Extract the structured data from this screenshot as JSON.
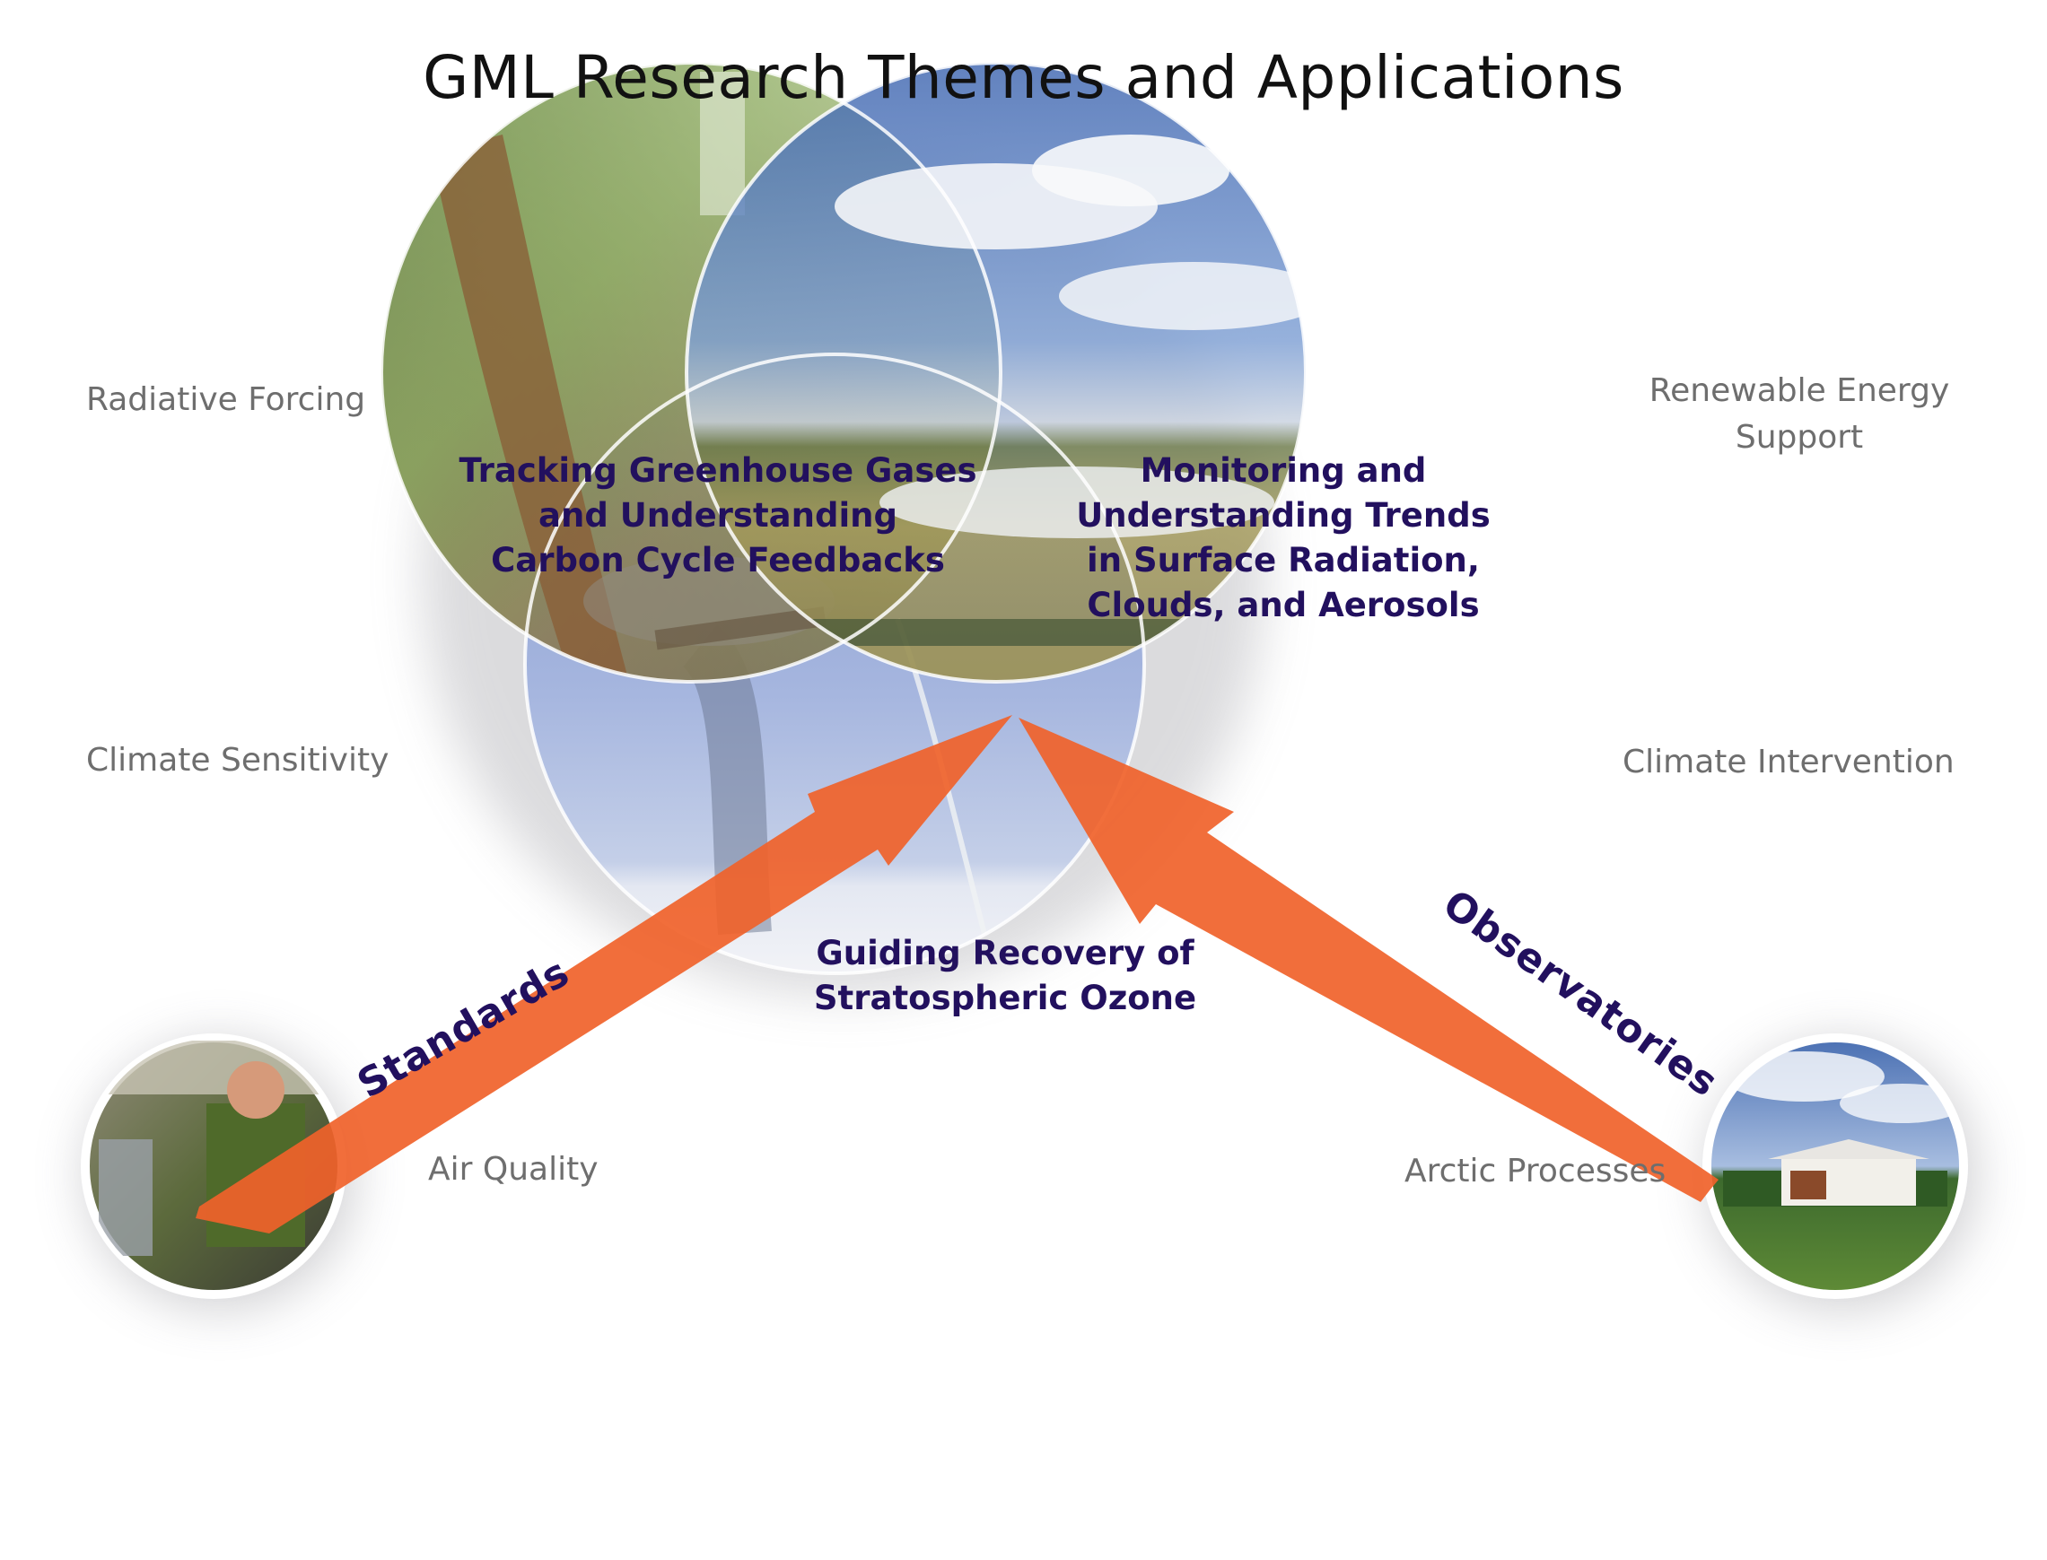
{
  "title": "GML Research Themes and Applications",
  "themes": {
    "greenhouse": "Tracking Greenhouse Gases\nand Understanding\nCarbon Cycle Feedbacks",
    "radiation": "Monitoring and\nUnderstanding Trends\nin Surface Radiation,\nClouds, and Aerosols",
    "ozone": "Guiding Recovery of\nStratospheric Ozone"
  },
  "applications": {
    "radiative_forcing": "Radiative Forcing",
    "renewable_energy": "Renewable Energy\nSupport",
    "climate_sensitivity": "Climate Sensitivity",
    "climate_intervention": "Climate Intervention",
    "air_quality": "Air Quality",
    "arctic_processes": "Arctic Processes"
  },
  "arrows": {
    "standards": "Standards",
    "observatories": "Observatories"
  },
  "photos": {
    "greenhouse_circle": "forest-canyon-photo",
    "radiation_circle": "sky-field-photo",
    "ozone_circle": "ice-balloon-photo",
    "standards_circle": "scientist-lab-photo",
    "observatories_circle": "observatory-building-photo"
  },
  "colors": {
    "arrow": "#f0622a",
    "theme_text": "#22105e",
    "application_text": "#6e6e6e",
    "title_text": "#111111"
  }
}
